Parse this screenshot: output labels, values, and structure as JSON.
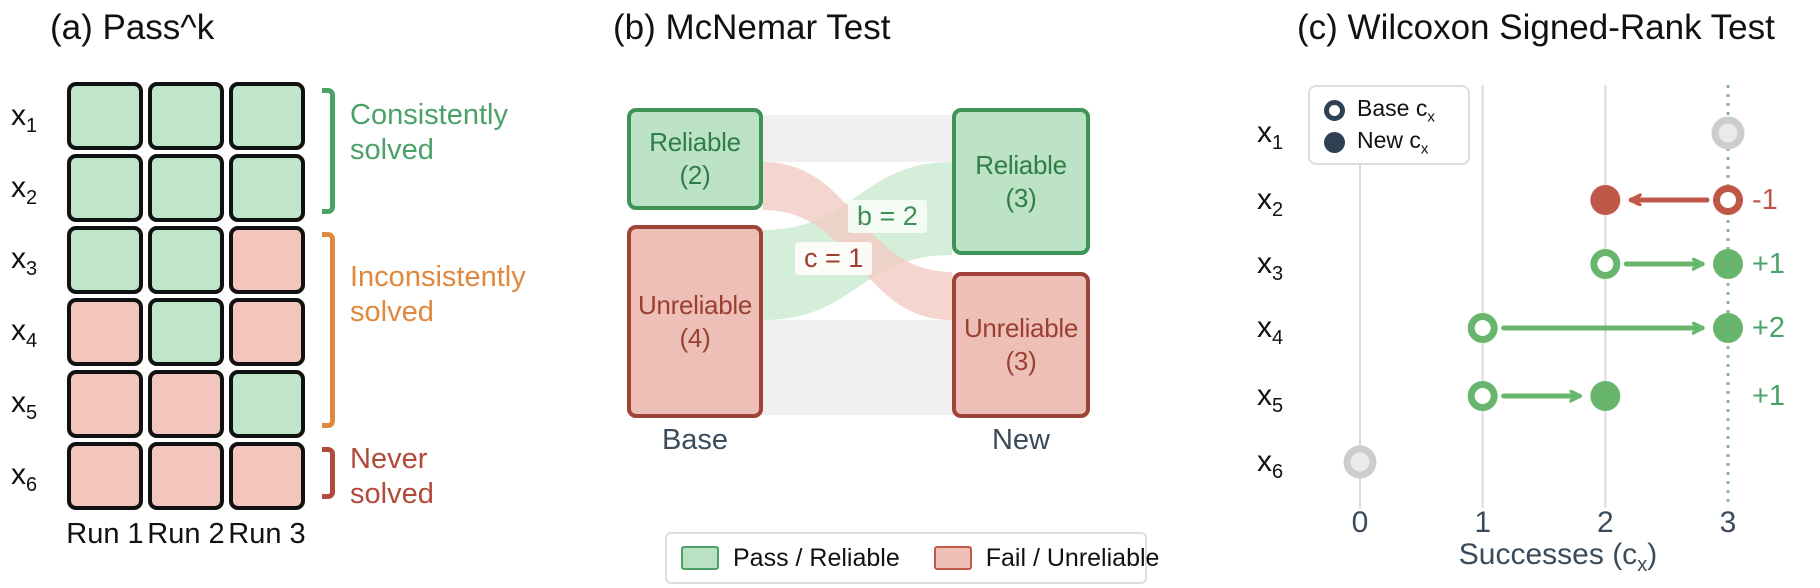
{
  "colors": {
    "pass_fill": "#c0e5c9",
    "pass_border": "#5cad73",
    "fail_fill": "#f2c6bd",
    "fail_border": "#c2584a",
    "green_text": "#4ba167",
    "orange_text": "#e0883d",
    "darkred_text": "#b04a3b",
    "navy_text": "#3a4b5c",
    "wilcoxon_green": "#68b66e",
    "wilcoxon_red": "#c0584a",
    "gray_marker_ring": "#cdcdcd",
    "gray_marker_fill": "#eaeaea",
    "gridline": "#d9d9d9",
    "dotted_reference": "#7fbf87",
    "band_gray": "#f0f0f0",
    "band_green": "#cdebd2",
    "band_pink": "#f2cbc3"
  },
  "panel_a": {
    "title": "(a) Pass^k",
    "rows": [
      {
        "label_base": "x",
        "label_sub": "1",
        "cells": [
          "pass",
          "pass",
          "pass"
        ]
      },
      {
        "label_base": "x",
        "label_sub": "2",
        "cells": [
          "pass",
          "pass",
          "pass"
        ]
      },
      {
        "label_base": "x",
        "label_sub": "3",
        "cells": [
          "pass",
          "pass",
          "fail"
        ]
      },
      {
        "label_base": "x",
        "label_sub": "4",
        "cells": [
          "fail",
          "pass",
          "fail"
        ]
      },
      {
        "label_base": "x",
        "label_sub": "5",
        "cells": [
          "fail",
          "fail",
          "pass"
        ]
      },
      {
        "label_base": "x",
        "label_sub": "6",
        "cells": [
          "fail",
          "fail",
          "fail"
        ]
      }
    ],
    "run_labels": [
      "Run 1",
      "Run 2",
      "Run 3"
    ],
    "groups": [
      {
        "line1": "Consistently",
        "line2": "solved"
      },
      {
        "line1": "Inconsistently",
        "line2": "solved"
      },
      {
        "line1": "Never",
        "line2": "solved"
      }
    ]
  },
  "panel_b": {
    "title": "(b) McNemar Test",
    "boxes": {
      "base_reliable": {
        "line1": "Reliable",
        "line2": "(2)"
      },
      "base_unreliable": {
        "line1": "Unreliable",
        "line2": "(4)"
      },
      "new_reliable": {
        "line1": "Reliable",
        "line2": "(3)"
      },
      "new_unreliable": {
        "line1": "Unreliable",
        "line2": "(3)"
      }
    },
    "flow_labels": {
      "b": "b = 2",
      "c": "c = 1"
    },
    "column_labels": {
      "base": "Base",
      "new": "New"
    },
    "legend": {
      "pass_label": "Pass / Reliable",
      "fail_label": "Fail / Unreliable"
    }
  },
  "panel_c": {
    "title": "(c) Wilcoxon Signed-Rank Test",
    "legend": {
      "base_item": {
        "label": "Base c",
        "sub": "x"
      },
      "new_item": {
        "label": "New c",
        "sub": "x"
      }
    },
    "xlabel": {
      "pre": "Successes (c",
      "sub": "x",
      "post": ")"
    },
    "ticks": [
      "0",
      "1",
      "2",
      "3"
    ],
    "rows": [
      {
        "label_base": "x",
        "label_sub": "1",
        "base": 3,
        "new": 3,
        "change": "none",
        "diff": ""
      },
      {
        "label_base": "x",
        "label_sub": "2",
        "base": 3,
        "new": 2,
        "change": "worse",
        "diff": "-1"
      },
      {
        "label_base": "x",
        "label_sub": "3",
        "base": 2,
        "new": 3,
        "change": "better",
        "diff": "+1"
      },
      {
        "label_base": "x",
        "label_sub": "4",
        "base": 1,
        "new": 3,
        "change": "better",
        "diff": "+2"
      },
      {
        "label_base": "x",
        "label_sub": "5",
        "base": 1,
        "new": 2,
        "change": "better",
        "diff": "+1"
      },
      {
        "label_base": "x",
        "label_sub": "6",
        "base": 0,
        "new": 0,
        "change": "none",
        "diff": ""
      }
    ]
  },
  "chart_data": [
    {
      "type": "heatmap",
      "title": "(a) Pass^k",
      "rows": [
        "x1",
        "x2",
        "x3",
        "x4",
        "x5",
        "x6"
      ],
      "columns": [
        "Run 1",
        "Run 2",
        "Run 3"
      ],
      "values": [
        [
          "pass",
          "pass",
          "pass"
        ],
        [
          "pass",
          "pass",
          "pass"
        ],
        [
          "pass",
          "pass",
          "fail"
        ],
        [
          "fail",
          "pass",
          "fail"
        ],
        [
          "fail",
          "fail",
          "pass"
        ],
        [
          "fail",
          "fail",
          "fail"
        ]
      ],
      "row_groups": [
        {
          "label": "Consistently solved",
          "rows": [
            "x1",
            "x2"
          ]
        },
        {
          "label": "Inconsistently solved",
          "rows": [
            "x3",
            "x4",
            "x5"
          ]
        },
        {
          "label": "Never solved",
          "rows": [
            "x6"
          ]
        }
      ]
    },
    {
      "type": "flow",
      "title": "(b) McNemar Test",
      "nodes": {
        "base": [
          {
            "label": "Reliable",
            "count": 2
          },
          {
            "label": "Unreliable",
            "count": 4
          }
        ],
        "new": [
          {
            "label": "Reliable",
            "count": 3
          },
          {
            "label": "Unreliable",
            "count": 3
          }
        ]
      },
      "links": [
        {
          "from": "base.Reliable",
          "to": "new.Reliable",
          "count": 1
        },
        {
          "from": "base.Reliable",
          "to": "new.Unreliable",
          "count": 1,
          "label": "c = 1"
        },
        {
          "from": "base.Unreliable",
          "to": "new.Reliable",
          "count": 2,
          "label": "b = 2"
        },
        {
          "from": "base.Unreliable",
          "to": "new.Unreliable",
          "count": 2
        }
      ],
      "legend": [
        "Pass / Reliable",
        "Fail / Unreliable"
      ]
    },
    {
      "type": "scatter",
      "subtype": "dumbbell",
      "title": "(c) Wilcoxon Signed-Rank Test",
      "xlabel": "Successes (c_x)",
      "xlim": [
        0,
        3
      ],
      "xticks": [
        0,
        1,
        2,
        3
      ],
      "reference_line_x": 3,
      "legend": [
        "Base c_x",
        "New c_x"
      ],
      "rows": [
        {
          "label": "x1",
          "base": 3,
          "new": 3,
          "diff": 0
        },
        {
          "label": "x2",
          "base": 3,
          "new": 2,
          "diff": -1
        },
        {
          "label": "x3",
          "base": 2,
          "new": 3,
          "diff": 1
        },
        {
          "label": "x4",
          "base": 1,
          "new": 3,
          "diff": 2
        },
        {
          "label": "x5",
          "base": 1,
          "new": 2,
          "diff": 1
        },
        {
          "label": "x6",
          "base": 0,
          "new": 0,
          "diff": 0
        }
      ]
    }
  ]
}
